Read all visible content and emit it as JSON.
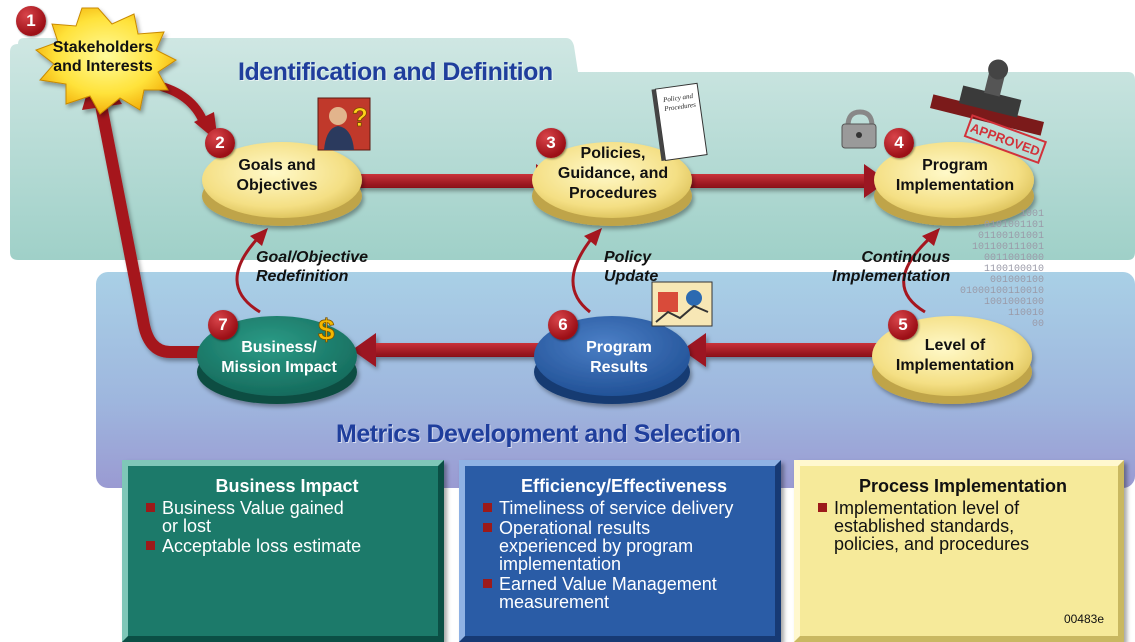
{
  "stakeholders": {
    "number": "1",
    "label": "Stakeholders\nand Interests"
  },
  "bands": {
    "top_title": "Identification and Definition",
    "bottom_title": "Metrics Development and Selection"
  },
  "nodes": [
    {
      "number": "2",
      "label": "Goals and\nObjectives"
    },
    {
      "number": "3",
      "label": "Policies,\nGuidance, and\nProcedures"
    },
    {
      "number": "4",
      "label": "Program\nImplementation"
    },
    {
      "number": "5",
      "label": "Level of\nImplementation"
    },
    {
      "number": "6",
      "label": "Program\nResults"
    },
    {
      "number": "7",
      "label": "Business/\nMission Impact"
    }
  ],
  "loops": {
    "goal": "Goal/Objective\nRedefinition",
    "policy": "Policy\nUpdate",
    "continuous": "Continuous\nImplementation"
  },
  "illustrations": {
    "approved_stamp": "APPROVED",
    "doc_title": "Policy and\nProcedures",
    "binary_lines": [
      "1001",
      "0101001101",
      "01100101001",
      "101100111001",
      "0011001000",
      "1100100010",
      "001000100",
      "01000100110010",
      "1001000100",
      "110010",
      "00"
    ]
  },
  "metric_boxes": [
    {
      "title": "Business Impact",
      "items": [
        "Business Value gained\nor lost",
        "Acceptable loss  estimate"
      ]
    },
    {
      "title": "Efficiency/Effectiveness",
      "items": [
        "Timeliness of service delivery",
        "Operational results\nexperienced by program\nimplementation",
        "Earned Value Management\nmeasurement"
      ]
    },
    {
      "title": "Process Implementation",
      "items": [
        "Implementation level of\nestablished standards,\npolicies, and procedures"
      ]
    }
  ],
  "figure_code": "00483e"
}
